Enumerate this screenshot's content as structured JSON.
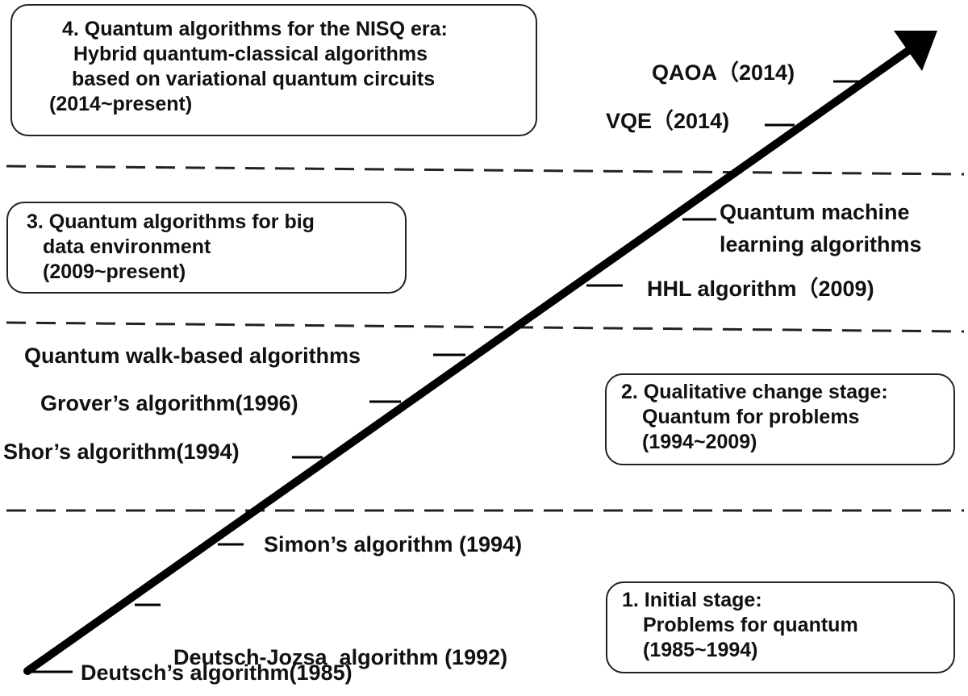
{
  "colors": {
    "ink": "#111111",
    "arrow": "#000000",
    "divider": "#222222",
    "box_border": "#222222",
    "background": "#ffffff"
  },
  "stages": [
    {
      "lines": [
        "4. Quantum algorithms for the NISQ era:",
        "Hybrid quantum-classical algorithms",
        "based on variational quantum circuits",
        "(2014~present)"
      ]
    },
    {
      "lines": [
        "3. Quantum algorithms for big",
        "data environment",
        "(2009~present)"
      ]
    },
    {
      "lines": [
        "2. Qualitative change stage:",
        "Quantum for problems",
        "(1994~2009)"
      ]
    },
    {
      "lines": [
        "1. Initial stage:",
        "Problems for quantum",
        "(1985~1994)"
      ]
    }
  ],
  "milestones": [
    {
      "lines": [
        "QAOA（2014)"
      ]
    },
    {
      "lines": [
        "VQE（2014)"
      ]
    },
    {
      "lines": [
        "Quantum machine",
        "learning algorithms"
      ]
    },
    {
      "lines": [
        "HHL algorithm（2009)"
      ]
    },
    {
      "lines": [
        "Quantum walk-based algorithms"
      ]
    },
    {
      "lines": [
        "Grover’s algorithm(1996)"
      ]
    },
    {
      "lines": [
        "Shor’s algorithm(1994)"
      ]
    },
    {
      "lines": [
        "Simon’s algorithm (1994)"
      ]
    },
    {
      "lines": [
        "Deutsch-Jozsa  algorithm (1992)"
      ]
    },
    {
      "lines": [
        "Deutsch’s algorithm(1985)"
      ]
    }
  ]
}
